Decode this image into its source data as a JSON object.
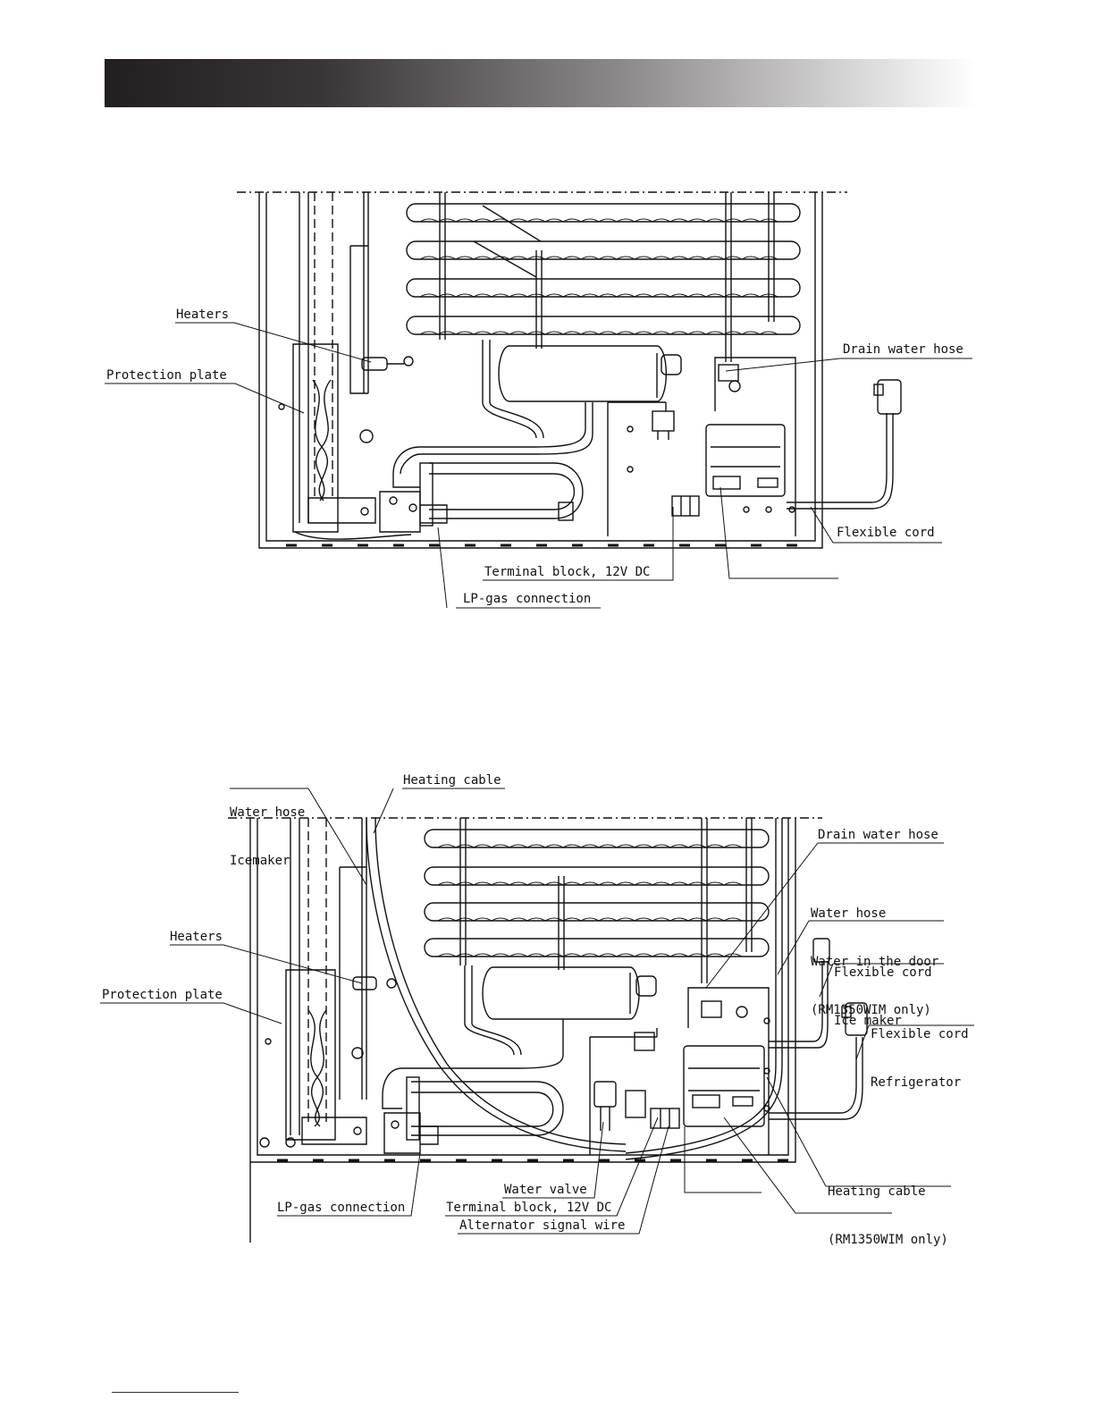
{
  "header": {
    "gradient": [
      "#231f20",
      "#ffffff"
    ]
  },
  "diagram_top": {
    "labels": {
      "heaters": "Heaters",
      "protection_plate": "Protection plate",
      "drain_water_hose": "Drain water hose",
      "flexible_cord": "Flexible cord",
      "terminal_block": "Terminal block, 12V DC",
      "lp_gas_connection": "LP-gas connection"
    }
  },
  "diagram_bottom": {
    "labels": {
      "water_hose_icemaker": [
        "Water hose",
        "Icemaker"
      ],
      "heating_cable": "Heating cable",
      "drain_water_hose": "Drain water hose",
      "water_hose_door": [
        "Water hose",
        "Water in the door",
        "(RM1350WIM only)"
      ],
      "flexible_cord_ice_maker": [
        "Flexible cord",
        "Ice maker"
      ],
      "heaters": "Heaters",
      "protection_plate": "Protection plate",
      "flexible_cord_refrigerator": [
        "Flexible cord",
        "Refrigerator"
      ],
      "heating_cable_rm": [
        "Heating cable",
        "(RM1350WIM only)"
      ],
      "water_valve": "Water valve",
      "terminal_block": "Terminal block, 12V DC",
      "lp_gas_connection": "LP-gas connection",
      "alternator_signal_wire": "Alternator signal wire"
    }
  }
}
